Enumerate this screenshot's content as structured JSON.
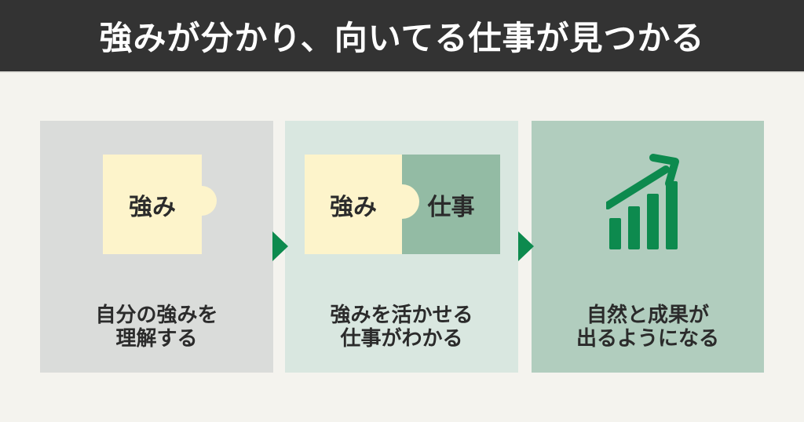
{
  "header": {
    "title": "強みが分かり、向いてる仕事が見つかる",
    "bg_color": "#333333",
    "text_color": "#ffffff"
  },
  "page": {
    "bg_color": "#f4f3ee"
  },
  "steps": [
    {
      "caption_line1": "自分の強みを",
      "caption_line2": "理解する",
      "panel_bg": "#dadcda",
      "piece_labels": [
        "強み"
      ],
      "piece_colors": [
        "#fdf4cb"
      ],
      "icon": "puzzle-piece-strength-icon"
    },
    {
      "caption_line1": "強みを活かせる",
      "caption_line2": "仕事がわかる",
      "panel_bg": "#d9e7e0",
      "piece_labels": [
        "強み",
        "仕事"
      ],
      "piece_colors": [
        "#fdf4cb",
        "#93bba4"
      ],
      "icon": "puzzle-pieces-joined-icon"
    },
    {
      "caption_line1": "自然と成果が",
      "caption_line2": "出るようになる",
      "panel_bg": "#b1cdbe",
      "piece_labels": [],
      "icon": "growth-bar-chart-icon"
    }
  ],
  "connectors": {
    "shape": "right-triangle",
    "color": "#0d8a4e",
    "count": 2
  },
  "accent": {
    "green": "#0d8a4e",
    "text_dark": "#2b2b2b"
  }
}
